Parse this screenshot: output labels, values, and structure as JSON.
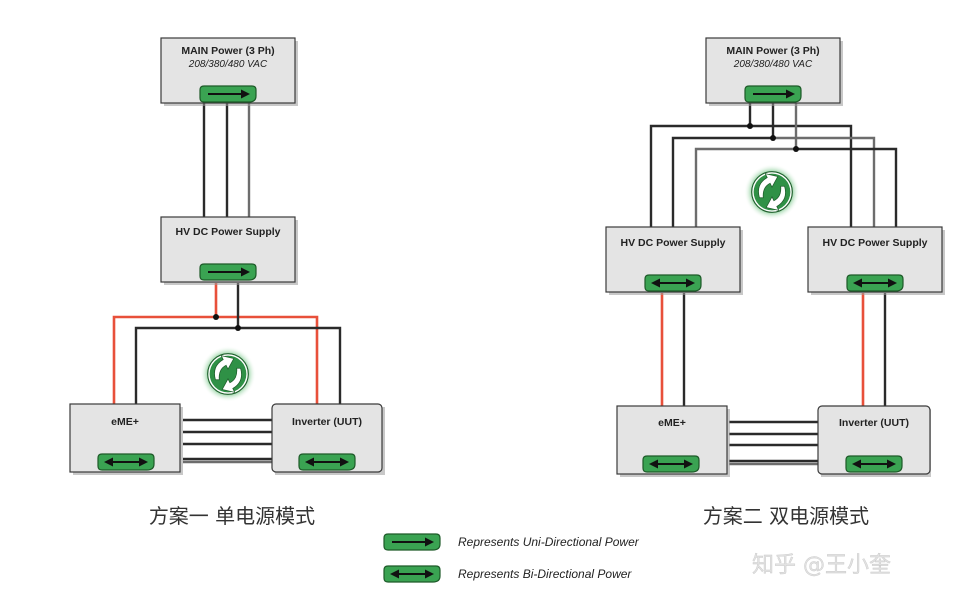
{
  "scheme1": {
    "caption": "方案一 单电源模式",
    "main_power": {
      "title": "MAIN Power (3 Ph)",
      "subtitle": "208/380/480 VAC",
      "flow": "uni-directional"
    },
    "hv_dc_supply": {
      "title": "HV DC Power Supply",
      "flow": "uni-directional"
    },
    "eme": {
      "title": "eME+",
      "flow": "bi-directional"
    },
    "inverter": {
      "title": "Inverter (UUT)",
      "flow": "bi-directional"
    },
    "recycle_icon": "energy-recycle-icon"
  },
  "scheme2": {
    "caption": "方案二 双电源模式",
    "main_power": {
      "title": "MAIN Power (3 Ph)",
      "subtitle": "208/380/480 VAC",
      "flow": "uni-directional"
    },
    "hv_dc_supply_left": {
      "title": "HV DC Power Supply",
      "flow": "bi-directional"
    },
    "hv_dc_supply_right": {
      "title": "HV DC Power Supply",
      "flow": "bi-directional"
    },
    "eme": {
      "title": "eME+",
      "flow": "bi-directional"
    },
    "inverter": {
      "title": "Inverter (UUT)",
      "flow": "bi-directional"
    },
    "recycle_icon": "energy-recycle-icon"
  },
  "legend": {
    "uni": "Represents Uni-Directional Power",
    "bi": "Represents Bi-Directional Power"
  },
  "watermark": "知乎 @王小奎",
  "colors": {
    "badge_green": "#3aa352",
    "dc_positive_wire": "#e8503a",
    "wire": "#2a2a2a",
    "box_fill": "#e4e4e4"
  }
}
